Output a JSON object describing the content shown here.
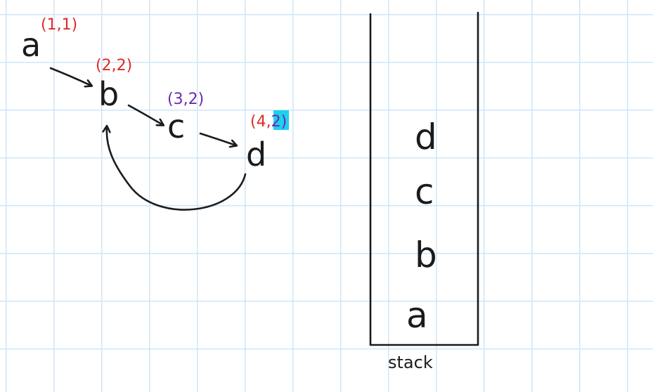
{
  "graph": {
    "nodes": [
      {
        "id": "a",
        "label": "a",
        "annotation": "(1,1)"
      },
      {
        "id": "b",
        "label": "b",
        "annotation": "(2,2)"
      },
      {
        "id": "c",
        "label": "c",
        "annotation": "(3,2)"
      },
      {
        "id": "d",
        "label": "d",
        "annotation_prefix": "(4,",
        "annotation_highlight": "2",
        "annotation_suffix": ")"
      }
    ],
    "edges": [
      {
        "from": "a",
        "to": "b"
      },
      {
        "from": "b",
        "to": "c"
      },
      {
        "from": "c",
        "to": "d"
      },
      {
        "from": "d",
        "to": "b"
      }
    ]
  },
  "stack": {
    "caption": "stack",
    "items_top_to_bottom": [
      "d",
      "c",
      "b",
      "a"
    ]
  },
  "colors": {
    "ink": "#1b1b1b",
    "annotation_red": "#e02a2a",
    "annotation_purple": "#6a2bb3",
    "highlight": "#1fd0ee",
    "grid": "#cfe6f7"
  }
}
